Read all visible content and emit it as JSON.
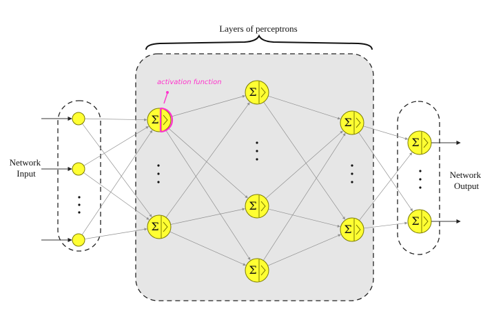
{
  "diagram": {
    "title": "Layers of perceptrons",
    "input_label_lines": [
      "Network",
      "Input"
    ],
    "output_label_lines": [
      "Network",
      "Output"
    ],
    "annotation": "activation function",
    "node_symbol": "Σ",
    "colors": {
      "node_fill": "#ffff33",
      "hidden_region": "#e6e6e6",
      "annotation": "#ff33cc",
      "edges": "#8f8f8f"
    }
  }
}
